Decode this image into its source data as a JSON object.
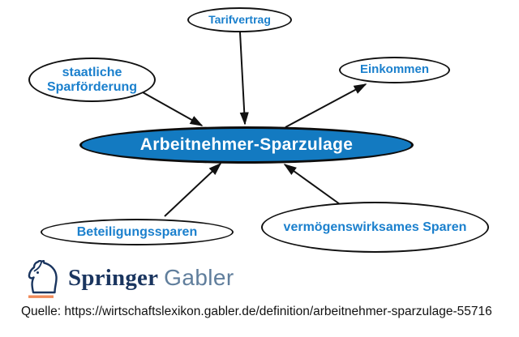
{
  "diagram": {
    "center": {
      "label": "Arbeitnehmer-Sparzulage"
    },
    "nodes": [
      {
        "id": "tarifvertrag",
        "label": "Tarifvertrag"
      },
      {
        "id": "staatliche-sparfoerderung",
        "label": "staatliche Sparförderung"
      },
      {
        "id": "einkommen",
        "label": "Einkommen"
      },
      {
        "id": "beteiligungssparen",
        "label": "Beteiligungssparen"
      },
      {
        "id": "vermoegenswirksames-sparen",
        "label": "vermögenswirksames Sparen"
      }
    ],
    "edges": [
      {
        "from": "tarifvertrag",
        "to": "center"
      },
      {
        "from": "staatliche-sparfoerderung",
        "to": "center"
      },
      {
        "from": "center",
        "to": "einkommen"
      },
      {
        "from": "beteiligungssparen",
        "to": "center"
      },
      {
        "from": "vermoegenswirksames-sparen",
        "to": "center"
      }
    ]
  },
  "branding": {
    "logo_icon": "springer-horse-icon",
    "logo_text_primary": "Springer",
    "logo_text_secondary": "Gabler"
  },
  "source": {
    "label": "Quelle: https://wirtschaftslexikon.gabler.de/definition/arbeitnehmer-sparzulage-55716"
  },
  "colors": {
    "center_fill": "#137ac1",
    "center_text": "#ffffff",
    "node_border": "#111111",
    "node_text": "#1b80cd",
    "arrow": "#111111",
    "logo_navy": "#1a355f",
    "logo_slate": "#607e9c",
    "logo_orange": "#f08a59",
    "source_text": "#111111",
    "background": "#ffffff"
  }
}
